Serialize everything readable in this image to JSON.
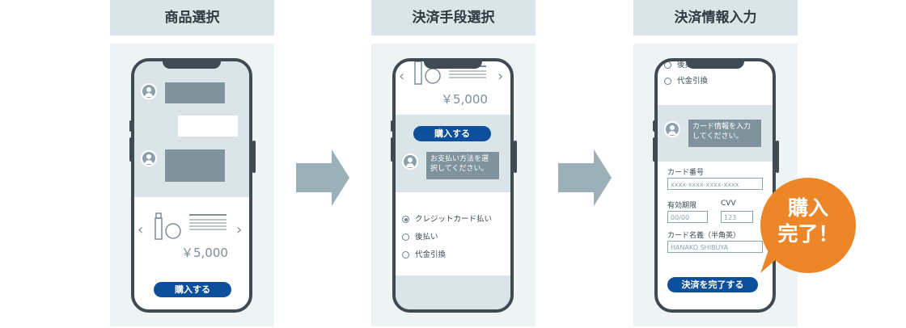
{
  "steps": [
    {
      "title": "商品選択",
      "price": "￥5,000",
      "button": "購入する"
    },
    {
      "title": "決済手段選択",
      "price": "￥5,000",
      "button": "購入する",
      "message": "お支払い方法を選択してください。",
      "options": [
        "クレジットカード払い",
        "後払い",
        "代金引換"
      ]
    },
    {
      "title": "決済情報入力",
      "option_top": "後払",
      "option_cod": "代金引換",
      "message": "カード情報を入力してください。",
      "card_number_label": "カード番号",
      "card_number_placeholder": "xxxx-xxxx-xxxx-xxxx",
      "expiry_label": "有効期限",
      "expiry_placeholder": "00/00",
      "cvv_label": "CVV",
      "cvv_placeholder": "123",
      "name_label": "カード名義（半角英）",
      "name_placeholder": "HANAKO SHIBUYA",
      "button": "決済を完了する"
    }
  ],
  "badge": {
    "line1": "購入",
    "line2": "完了！"
  },
  "colors": {
    "title_bg": "#dbe5e9",
    "panel_bg": "#eef3f4",
    "button": "#0e4f9c",
    "badge": "#ed8529",
    "arrow": "#9bb0b9"
  }
}
